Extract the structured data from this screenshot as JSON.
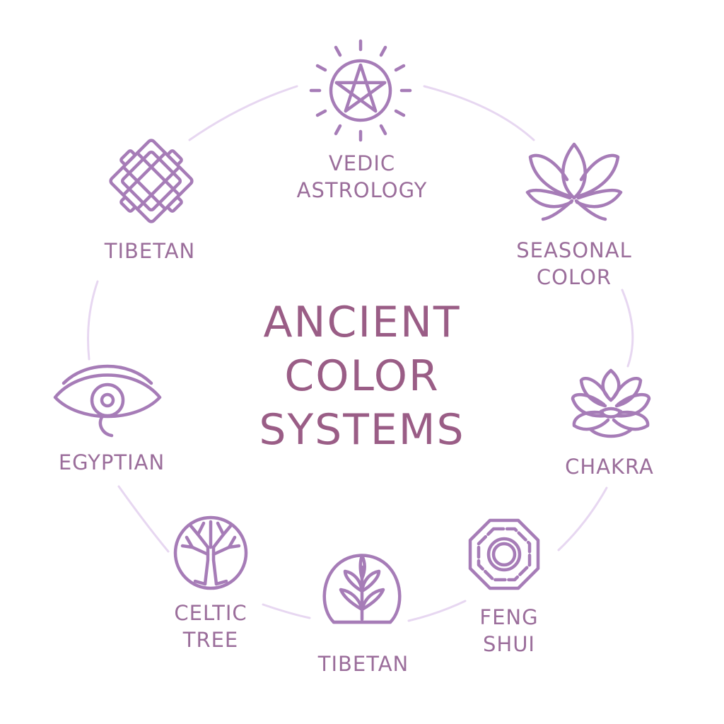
{
  "title": {
    "line1": "ANCIENT",
    "line2": "COLOR",
    "line3": "SYSTEMS"
  },
  "nodes": [
    {
      "icon": "pentagram-sun-icon",
      "lines": [
        "VEDIC",
        "ASTROLOGY"
      ]
    },
    {
      "icon": "lotus-icon",
      "lines": [
        "SEASONAL",
        "COLOR"
      ]
    },
    {
      "icon": "lotus-flower-icon",
      "lines": [
        "CHAKRA"
      ]
    },
    {
      "icon": "bagua-octagon-icon",
      "lines": [
        "FENG",
        "SHUI"
      ]
    },
    {
      "icon": "sprout-dome-icon",
      "lines": [
        "TIBETAN"
      ]
    },
    {
      "icon": "tree-of-life-icon",
      "lines": [
        "CELTIC",
        "TREE"
      ]
    },
    {
      "icon": "eye-of-horus-icon",
      "lines": [
        "EGYPTIAN"
      ]
    },
    {
      "icon": "endless-knot-icon",
      "lines": [
        "TIBETAN"
      ]
    }
  ],
  "colors": {
    "icon": "#a67cb7",
    "label": "#9b6e9b",
    "title": "#9a5d86",
    "ring": "#e7d7f1"
  }
}
